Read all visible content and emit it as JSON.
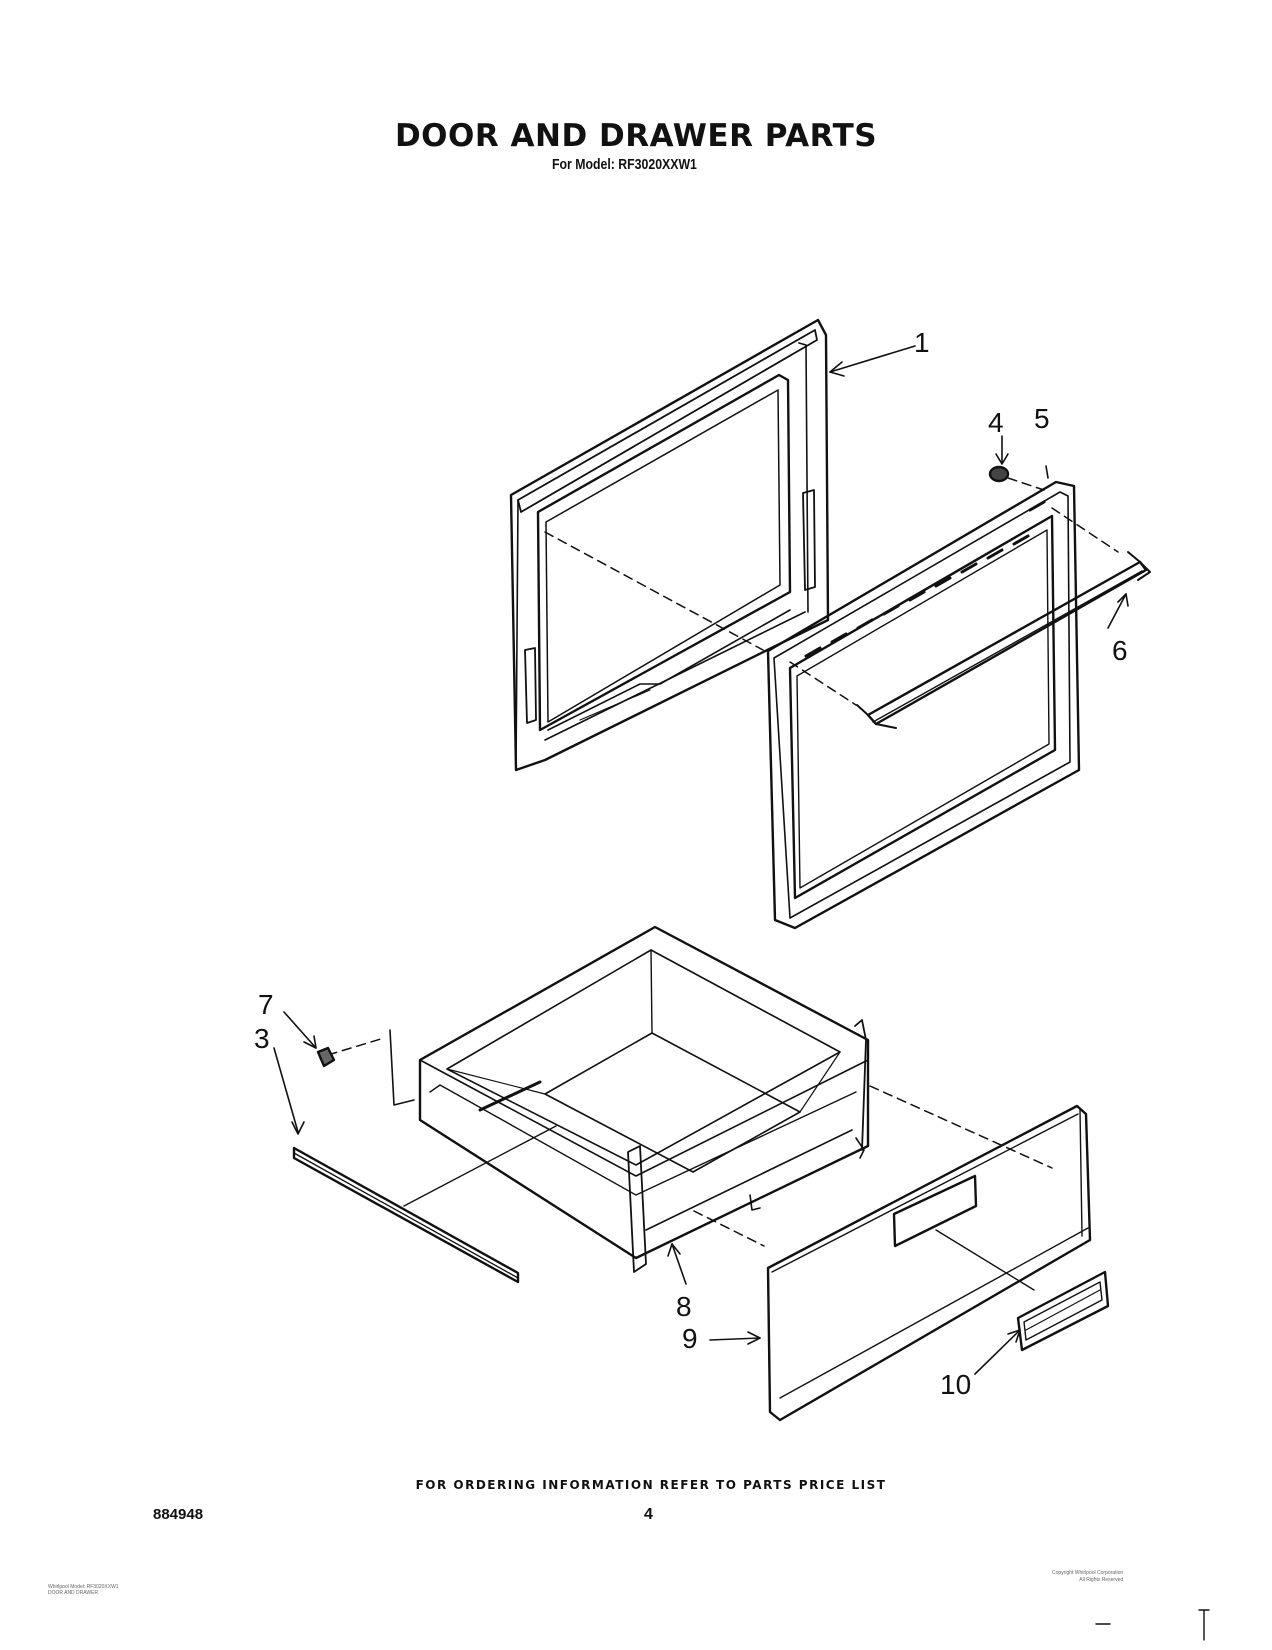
{
  "header": {
    "title": "DOOR AND DRAWER PARTS",
    "subtitle": "For Model: RF3020XXW1"
  },
  "callouts": [
    "1",
    "4",
    "5",
    "6",
    "7",
    "3",
    "8",
    "9",
    "10"
  ],
  "footer": {
    "ordering_note": "FOR ORDERING INFORMATION REFER TO PARTS PRICE LIST",
    "doc_number": "884948",
    "page_number": "4"
  },
  "fineprint": {
    "left": "Whirlpool Model: RF3020XXW1\nDOOR AND DRAWER",
    "right": "Copyright Whirlpool Corporation\nAll Rights Reserved"
  }
}
